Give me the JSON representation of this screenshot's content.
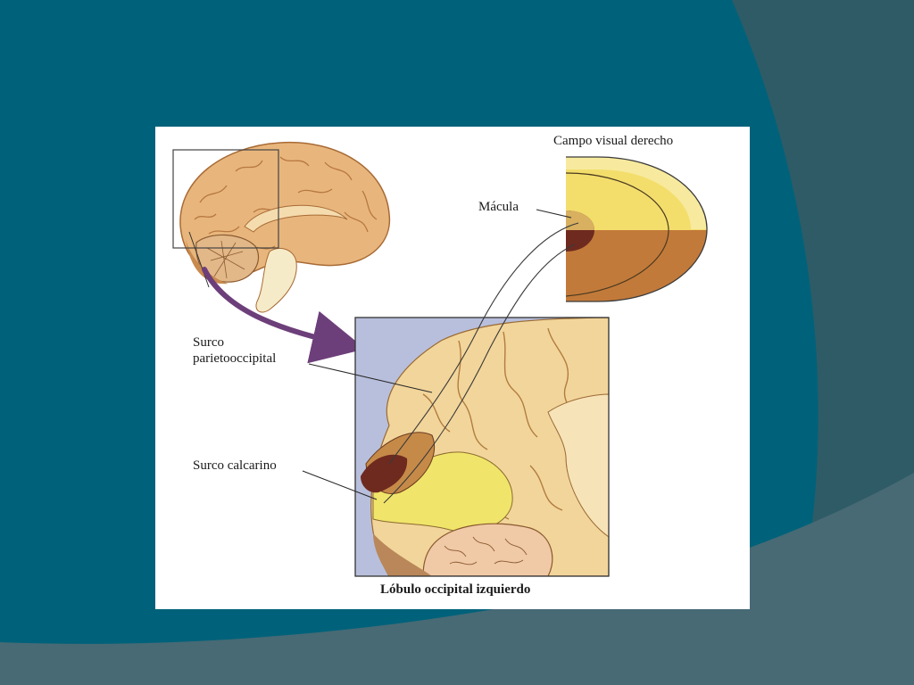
{
  "colors": {
    "slide_primary": "#00627a",
    "slide_band": "#2f5b66",
    "slide_band_light": "#4a6670",
    "bottom_band": "#476a75",
    "figure_background": "#ffffff",
    "brain_tan": "#e8b67c",
    "brain_shadow": "#c98a4e",
    "visual_field_yellow": "#f3de6c",
    "visual_field_light": "#f7ea9e",
    "visual_field_brown": "#c27a3a",
    "macula_dark": "#6e2a1f",
    "inset_background": "#b8bfdc",
    "arrow_purple": "#6d3f7a"
  },
  "labels": {
    "visual_field": "Campo visual derecho",
    "macula": "Mácula",
    "parieto_occipital_1": "Surco",
    "parieto_occipital_2": "parietooccipital",
    "calcarine": "Surco calcarino",
    "occipital_lobe": "Lóbulo occipital izquierdo"
  }
}
